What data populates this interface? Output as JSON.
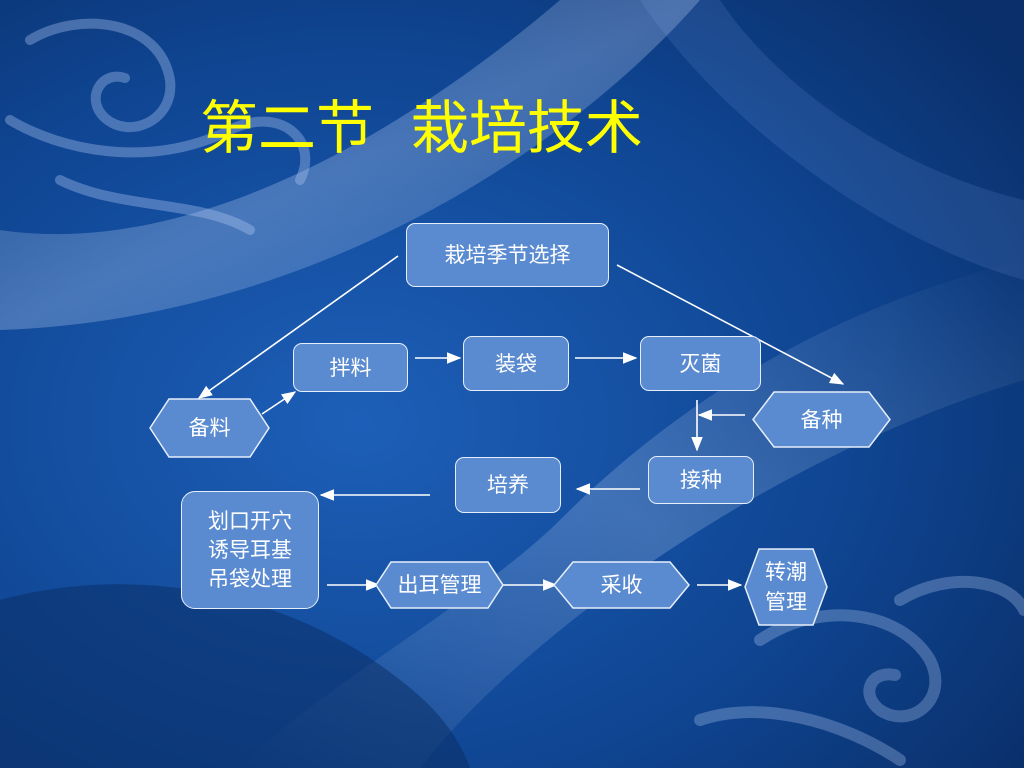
{
  "title": "第二节  栽培技术",
  "colors": {
    "title": "#ffff00",
    "node_fill": "#5a8bd0",
    "node_border": "#e6eefa",
    "arrow": "#ffffff",
    "background": "#0d3f86"
  },
  "nodes": {
    "season": "栽培季节选择",
    "mixing": "拌料",
    "bagging": "装袋",
    "sterilize": "灭菌",
    "prepare_material": "备料",
    "prepare_spawn": "备种",
    "cultivate": "培养",
    "inoculate": "接种",
    "cut_opening": "划口开穴\n诱导耳基\n吊袋处理",
    "fruiting_management": "出耳管理",
    "harvest": "采收",
    "rotation_management": "转潮\n管理"
  }
}
